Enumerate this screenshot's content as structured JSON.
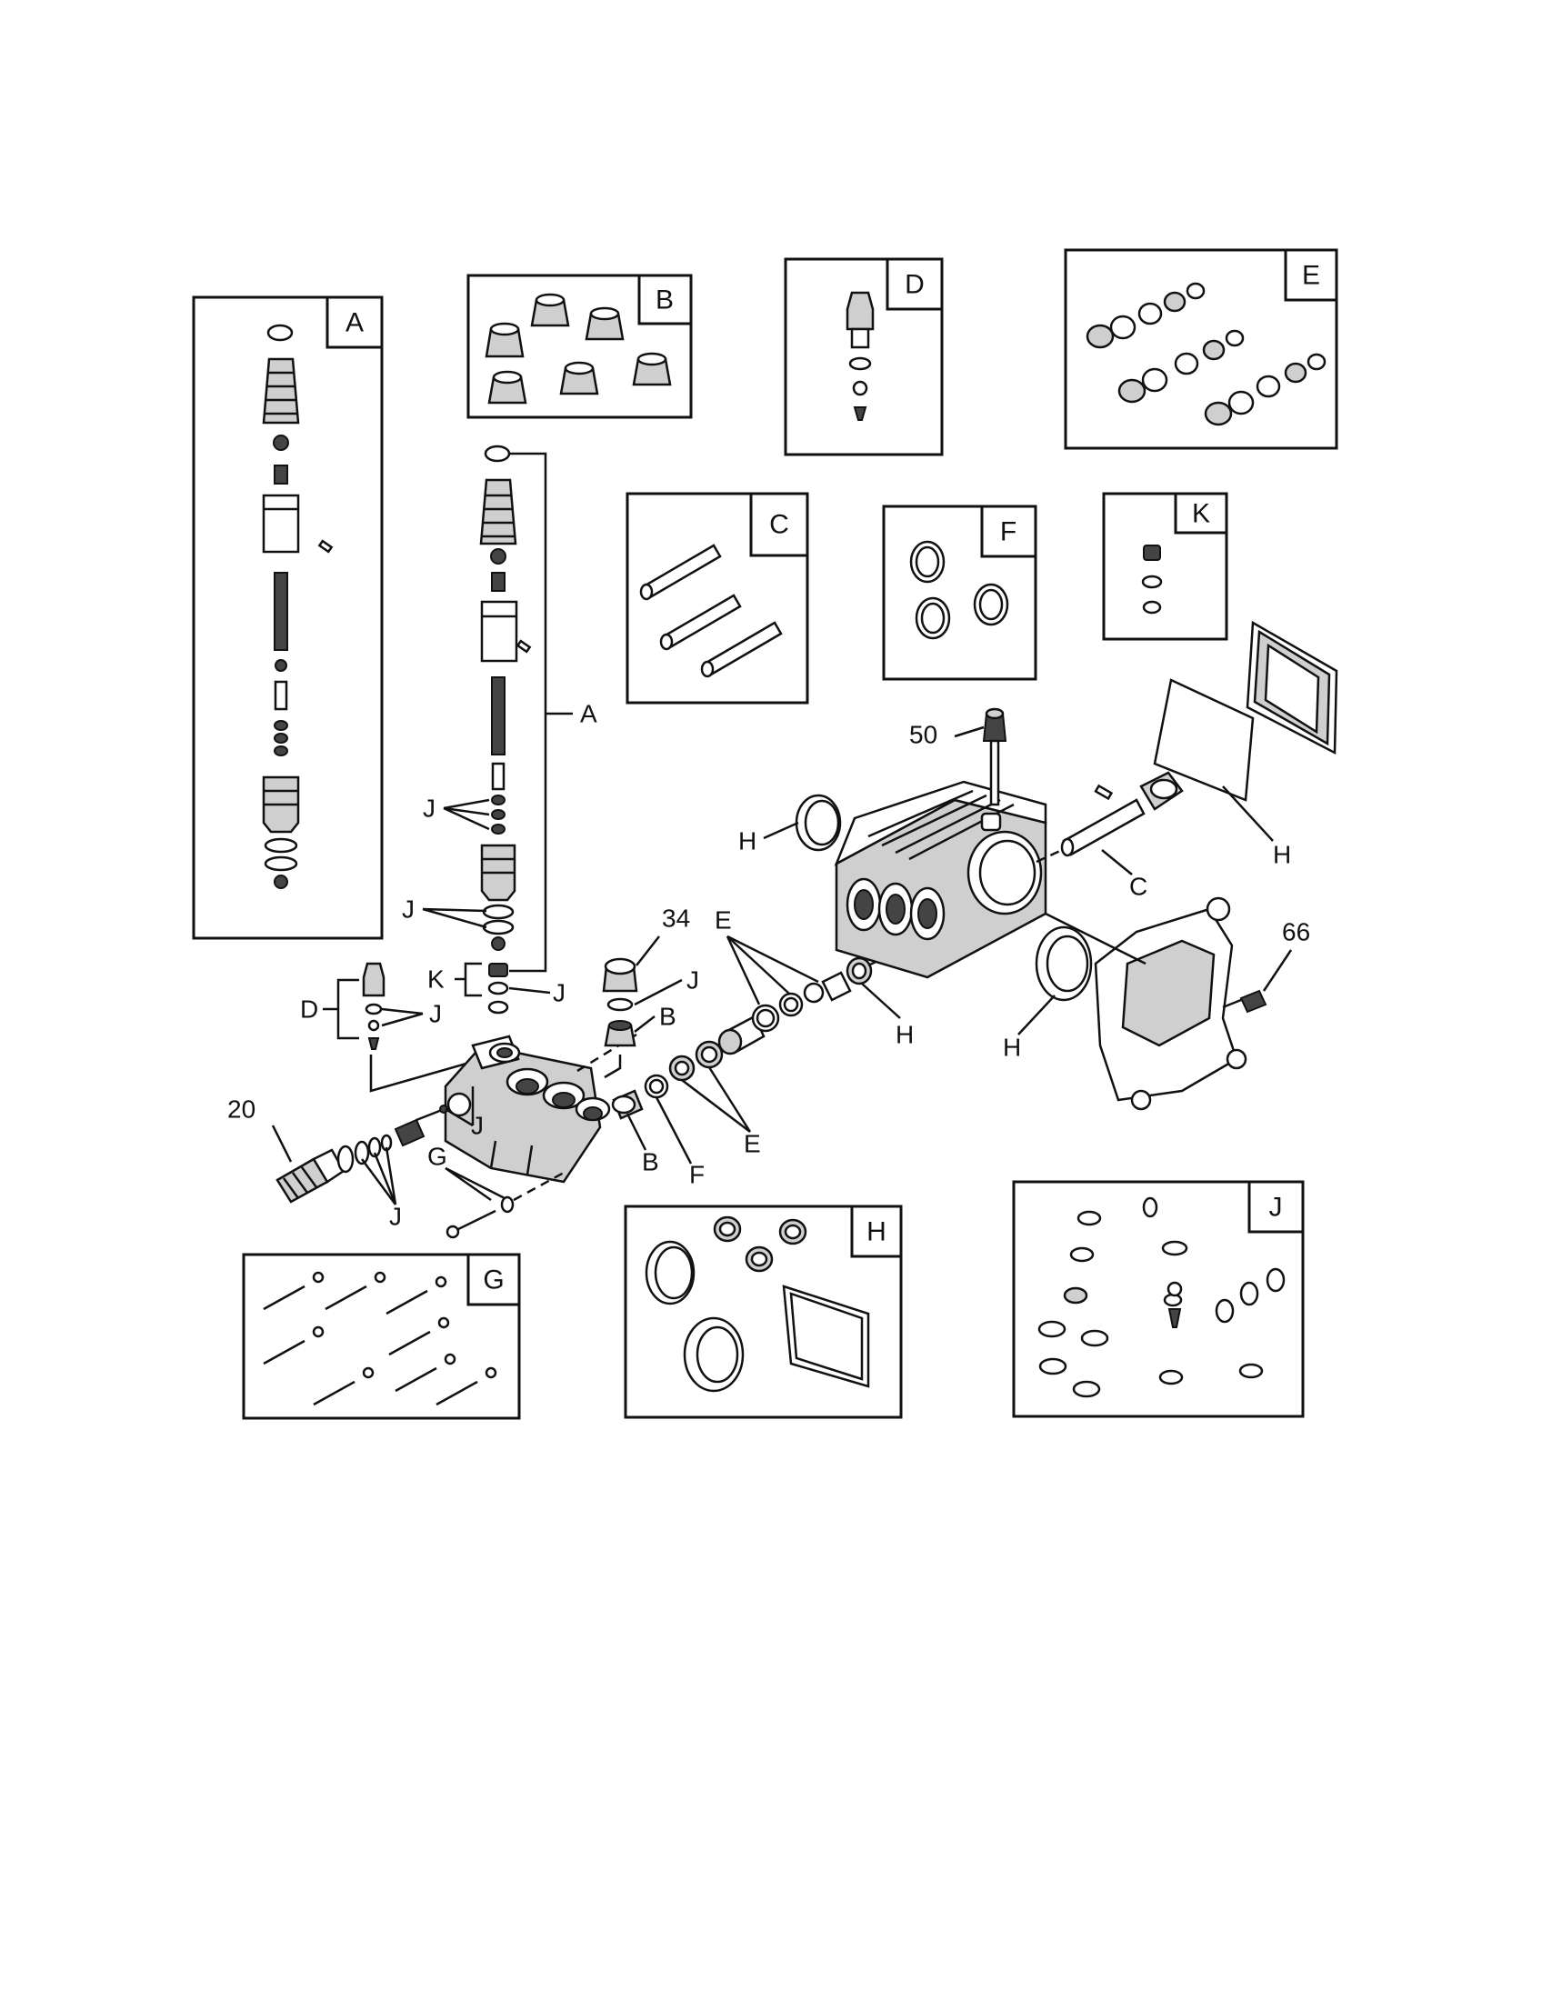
{
  "kit_labels": {
    "a": "A",
    "b": "B",
    "c": "C",
    "d": "D",
    "e": "E",
    "f": "F",
    "g": "G",
    "h": "H",
    "j": "J",
    "k": "K"
  },
  "part_numbers": {
    "n20": "20",
    "n34": "34",
    "n50": "50",
    "n66": "66"
  },
  "icons": [
    "o-ring-icon",
    "seal-icon",
    "valve-cap-icon",
    "connecting-rod-icon",
    "bolt-icon",
    "gasket-icon",
    "pump-housing-icon",
    "manifold-icon"
  ]
}
